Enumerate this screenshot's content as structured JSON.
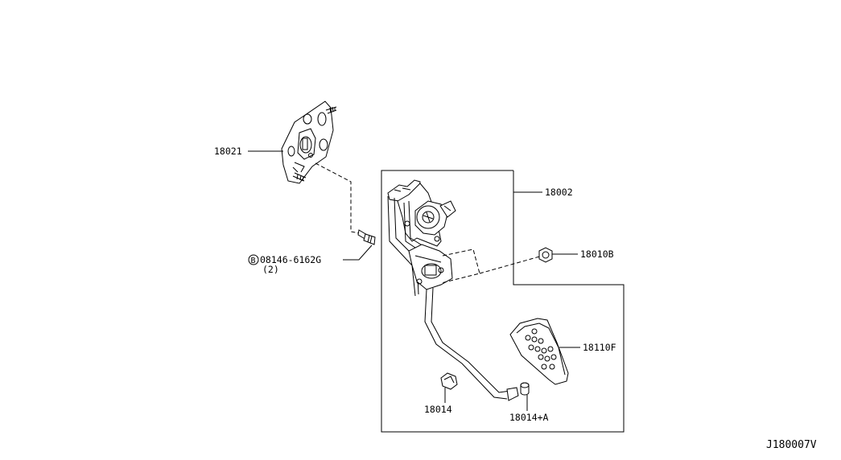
{
  "diagram": {
    "callouts": {
      "bracket": "18021",
      "pedal_assembly": "18002",
      "bolt_prefix": "B",
      "bolt": "08146-6162G",
      "bolt_qty": "(2)",
      "nut": "18010B",
      "pedal_pad": "18110F",
      "clip": "18014",
      "clip_a": "18014+A"
    },
    "diagram_code": "J180007V"
  }
}
